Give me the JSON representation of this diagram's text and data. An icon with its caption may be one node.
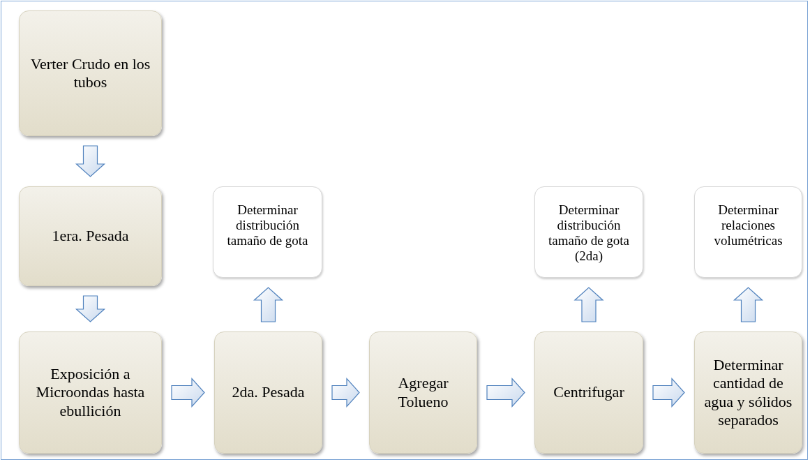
{
  "diagram": {
    "nodes": [
      {
        "text": [
          "Verter Crudo en los tubos"
        ]
      },
      {
        "text": [
          "1era. Pesada"
        ]
      },
      {
        "text": [
          "Exposición a Microondas hasta ebullición"
        ]
      },
      {
        "text": [
          "Determinar distribución tamaño de gota"
        ]
      },
      {
        "text": [
          "2da. Pesada"
        ]
      },
      {
        "text": [
          "Agregar Tolueno"
        ]
      },
      {
        "text": [
          "Determinar distribución tamaño de gota (2da)"
        ]
      },
      {
        "text": [
          "Centrifugar"
        ]
      },
      {
        "text": [
          "Determinar relaciones volumétricas"
        ]
      },
      {
        "text": [
          "Determinar cantidad de agua y sólidos separados"
        ]
      }
    ],
    "edges": [
      {
        "from": 0,
        "to": 1,
        "arrow": "to"
      },
      {
        "from": 1,
        "to": 2,
        "arrow": "to"
      },
      {
        "from": 2,
        "to": 4,
        "arrow": "to"
      },
      {
        "from": 4,
        "to": 3,
        "arrow": "to"
      },
      {
        "from": 4,
        "to": 5,
        "arrow": "to"
      },
      {
        "from": 5,
        "to": 7,
        "arrow": "to"
      },
      {
        "from": 7,
        "to": 6,
        "arrow": "to"
      },
      {
        "from": 7,
        "to": 9,
        "arrow": "to"
      },
      {
        "from": 9,
        "to": 8,
        "arrow": "to"
      }
    ]
  }
}
